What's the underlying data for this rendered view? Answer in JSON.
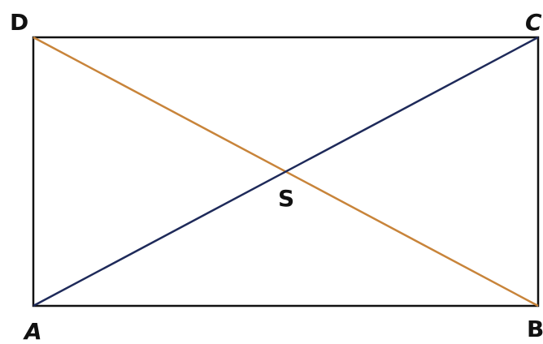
{
  "diagram": {
    "labels": {
      "A": "A",
      "B": "B",
      "C": "C",
      "D": "D",
      "S": "S"
    },
    "colors": {
      "rectangle": "#111111",
      "diagonal_AC": "#1e2a5a",
      "diagonal_DB": "#c8843a",
      "background": "#ffffff"
    }
  }
}
